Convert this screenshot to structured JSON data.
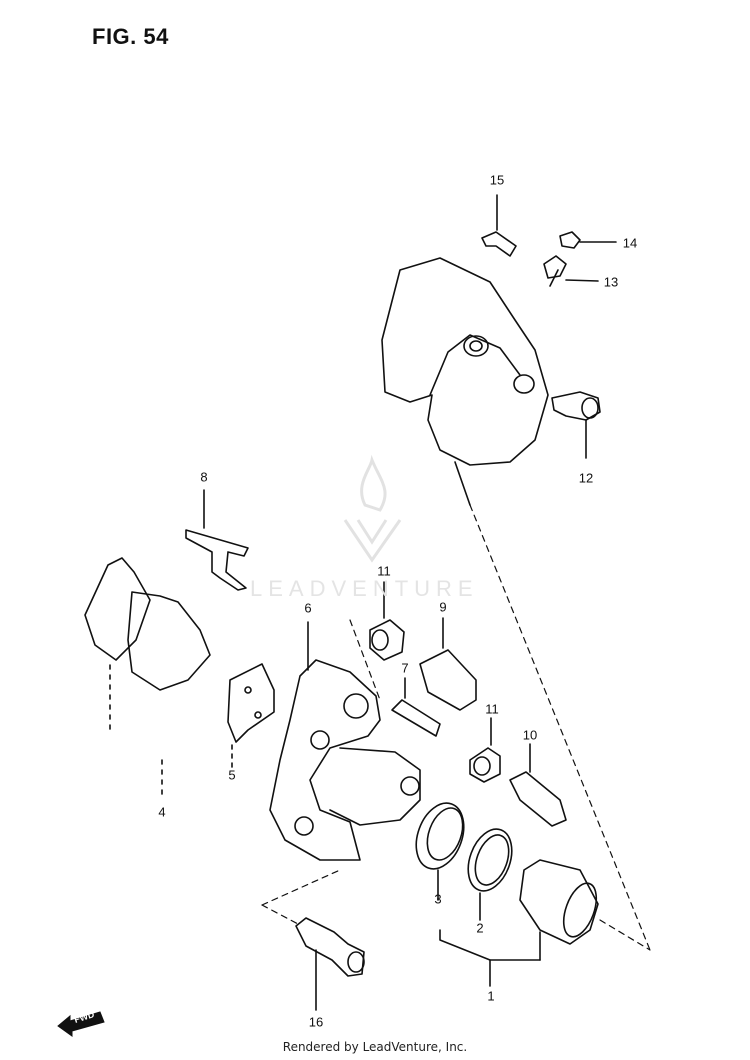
{
  "figure": {
    "title": "FIG. 54"
  },
  "callouts": [
    {
      "id": "1",
      "label": "1"
    },
    {
      "id": "2",
      "label": "2"
    },
    {
      "id": "3",
      "label": "3"
    },
    {
      "id": "4",
      "label": "4"
    },
    {
      "id": "5",
      "label": "5"
    },
    {
      "id": "6",
      "label": "6"
    },
    {
      "id": "7",
      "label": "7"
    },
    {
      "id": "8",
      "label": "8"
    },
    {
      "id": "9",
      "label": "9"
    },
    {
      "id": "10",
      "label": "10"
    },
    {
      "id": "11a",
      "label": "11"
    },
    {
      "id": "11b",
      "label": "11"
    },
    {
      "id": "12",
      "label": "12"
    },
    {
      "id": "13",
      "label": "13"
    },
    {
      "id": "14",
      "label": "14"
    },
    {
      "id": "15",
      "label": "15"
    },
    {
      "id": "16",
      "label": "16"
    }
  ],
  "direction_marker": {
    "label": "FWD"
  },
  "watermark": {
    "text": "LEADVENTURE"
  },
  "footer": {
    "text": "Rendered by LeadVenture, Inc."
  }
}
